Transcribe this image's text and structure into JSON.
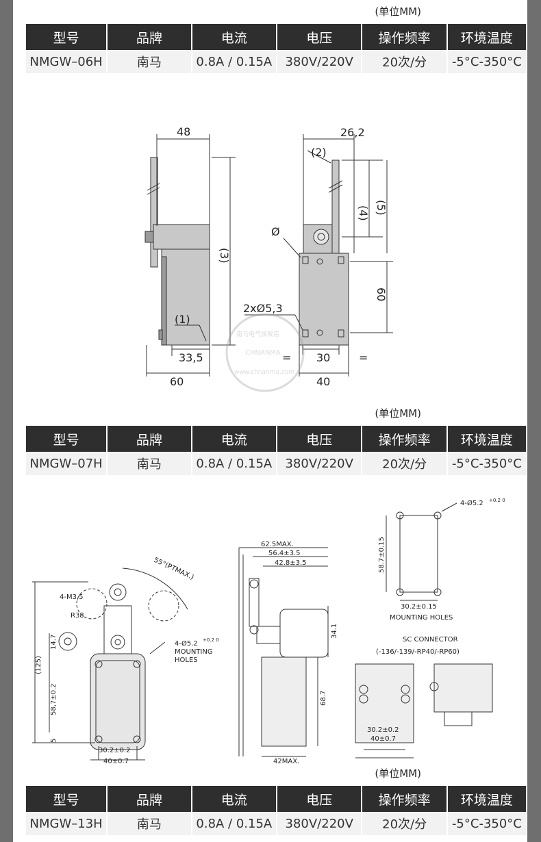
{
  "headers": [
    "型号",
    "品牌",
    "电流",
    "电压",
    "操作频率",
    "环境温度"
  ],
  "unit_label": "(单位MM)",
  "tables": [
    {
      "model": "NMGW–06H",
      "brand": "南马",
      "current": "0.8A / 0.15A",
      "voltage": "380V/220V",
      "frequency": "20次/分",
      "temperature": "-5°C-350°C"
    },
    {
      "model": "NMGW–07H",
      "brand": "南马",
      "current": "0.8A / 0.15A",
      "voltage": "380V/220V",
      "frequency": "20次/分",
      "temperature": "-5°C-350°C"
    },
    {
      "model": "NMGW–13H",
      "brand": "南马",
      "current": "0.8A / 0.15A",
      "voltage": "380V/220V",
      "frequency": "20次/分",
      "temperature": "-5°C-350°C"
    }
  ],
  "drawing1": {
    "dim_48": "48",
    "dim_26_2": "26,2",
    "label_2": "(2)",
    "label_4": "(4)",
    "label_5": "(5)",
    "label_3": "(3)",
    "label_1": "(1)",
    "dim_60_v": "60",
    "phi": "Ø",
    "holes": "2xØ5,3",
    "dim_33_5": "33,5",
    "dim_30": "30",
    "eq": "=",
    "dim_60": "60",
    "dim_40": "40"
  },
  "watermark": {
    "top": "南马电气旗舰店",
    "mid": "CHNANMA",
    "bottom": "www.chnanma.com"
  },
  "drawing2": {
    "angle": "55°(PTMAX.)",
    "m35": "4-M3,5",
    "r38": "R38",
    "dim_147": "14.7",
    "dim_125": "(125)",
    "dim_587": "58,7±0.2",
    "dim_5": "5",
    "holes_a": "4-Ø5.2",
    "holes_tol": "+0.2 0",
    "mounting_a": "MOUNTING",
    "mounting_b": "HOLES",
    "dim_302": "30.2±0.2",
    "dim_407": "40±0.7",
    "dim_625": "62.5MAX.",
    "dim_564": "56.4±3.5",
    "dim_428": "42.8±3.5",
    "dim_341": "34.1",
    "dim_687": "68.7",
    "dim_42max": "42MAX.",
    "mh_holes": "4-Ø5.2",
    "mh_tol": "+0.2 0",
    "mh_dim": "58.7±0.15",
    "mh_w": "30.2±0.15",
    "mh_label": "MOUNTING HOLES",
    "sc_title": "SC CONNECTOR",
    "sc_sub": "(-136/-139/-RP40/-RP60)",
    "sc_302": "30.2±0.2",
    "sc_407": "40±0.7"
  }
}
